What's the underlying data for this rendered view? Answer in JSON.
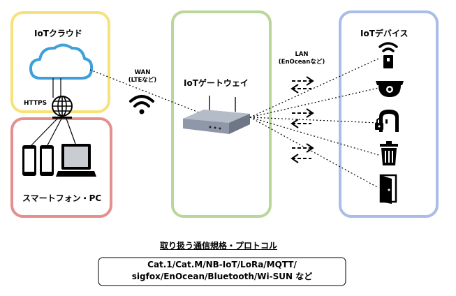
{
  "boxes": {
    "cloud_title": "IoTクラウド",
    "smartphone_title": "スマートフォン・PC",
    "gateway_title": "IoTゲートウェイ",
    "devices_title": "IoTデバイス"
  },
  "links": {
    "https": "HTTPS",
    "wan_line1": "WAN",
    "wan_line2": "(LTEなど)",
    "lan_line1": "LAN",
    "lan_line2": "(EnOceanなど)"
  },
  "protocols": {
    "heading": "取り扱う通信規格・プロトコル",
    "line1": "Cat.1/Cat.M/NB-IoT/LoRa/MQTT/",
    "line2": "sigfox/EnOcean/Bluetooth/Wi-SUN など"
  },
  "colors": {
    "cloud_box": "#f7e27a",
    "smartphone_box": "#e3908f",
    "gateway_box": "#b9d79b",
    "devices_box": "#a9bde8",
    "cloud_icon": "#3ea0d8",
    "gateway_body": "#8e98a8"
  },
  "icons": [
    "cloud-icon",
    "globe-icon",
    "smartphone-icon",
    "smartphone-icon",
    "laptop-icon",
    "wifi-icon",
    "router-icon",
    "wifi-sensor-icon",
    "security-camera-icon",
    "smart-lock-icon",
    "trash-bin-icon",
    "door-icon"
  ]
}
